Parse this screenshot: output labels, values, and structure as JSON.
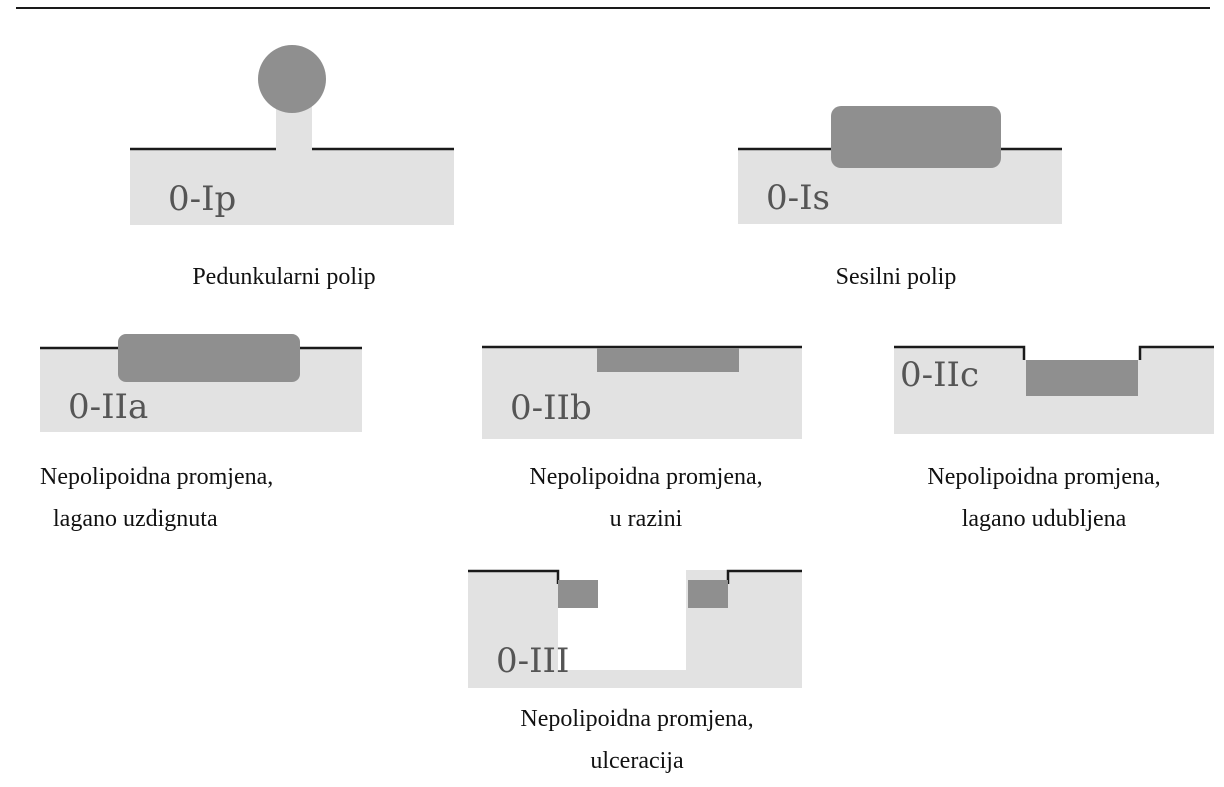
{
  "colors": {
    "tissue": "#e2e2e2",
    "lesion": "#8f8f8f",
    "mucosa_line": "#1a1a1a",
    "code_text": "#555555"
  },
  "figures": [
    {
      "code": "0-Ip",
      "caption": [
        "Pedunkularni polip"
      ]
    },
    {
      "code": "0-Is",
      "caption": [
        "Sesilni polip"
      ]
    },
    {
      "code": "0-IIa",
      "caption": [
        "Nepolipoidna promjena,",
        "lagano uzdignuta"
      ]
    },
    {
      "code": "0-IIb",
      "caption": [
        "Nepolipoidna promjena,",
        "u razini"
      ]
    },
    {
      "code": "0-IIc",
      "caption": [
        "Nepolipoidna promjena,",
        "lagano udubljena"
      ]
    },
    {
      "code": "0-III",
      "caption": [
        "Nepolipoidna promjena,",
        "ulceracija"
      ]
    }
  ]
}
